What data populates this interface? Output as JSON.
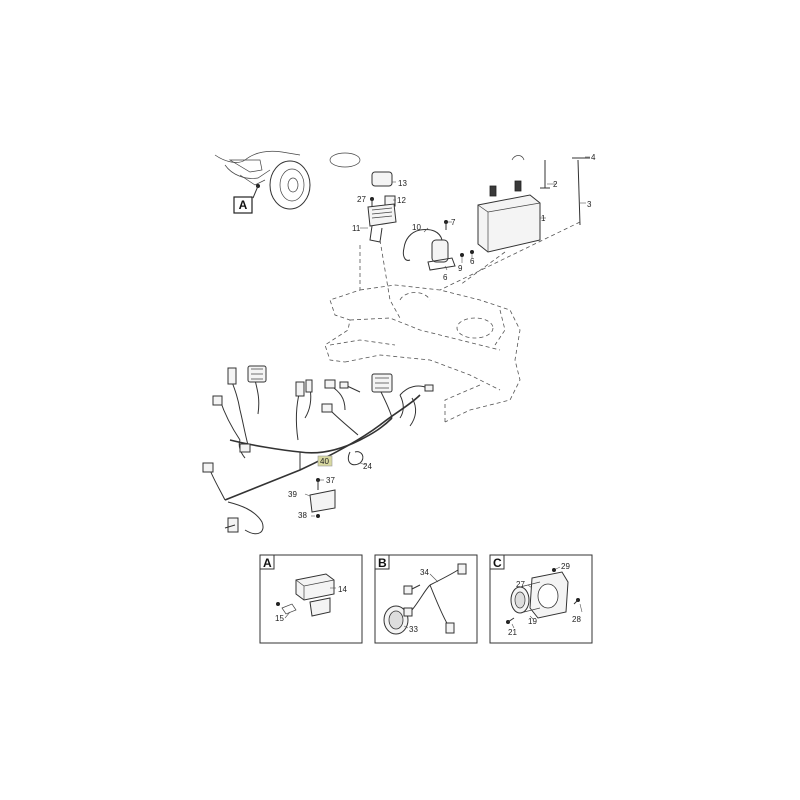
{
  "view_tags": {
    "main_view_tag": "A"
  },
  "callouts": {
    "c1": "1",
    "c2": "2",
    "c3": "3",
    "c4": "4",
    "c6a": "6",
    "c6b": "6",
    "c7": "7",
    "c9": "9",
    "c10": "10",
    "c11": "11",
    "c12": "12",
    "c13": "13",
    "c24": "24",
    "c27": "27",
    "c37": "37",
    "c38": "38",
    "c39": "39",
    "c40": "40"
  },
  "panels": {
    "A": {
      "letter": "A",
      "callouts": [
        "14",
        "15"
      ]
    },
    "B": {
      "letter": "B",
      "callouts": [
        "34",
        "33"
      ]
    },
    "C": {
      "letter": "C",
      "callouts": [
        "29",
        "27",
        "28",
        "19",
        "21"
      ]
    }
  },
  "colors": {
    "line": "#333333",
    "highlight_box": "#d8d8a0"
  }
}
